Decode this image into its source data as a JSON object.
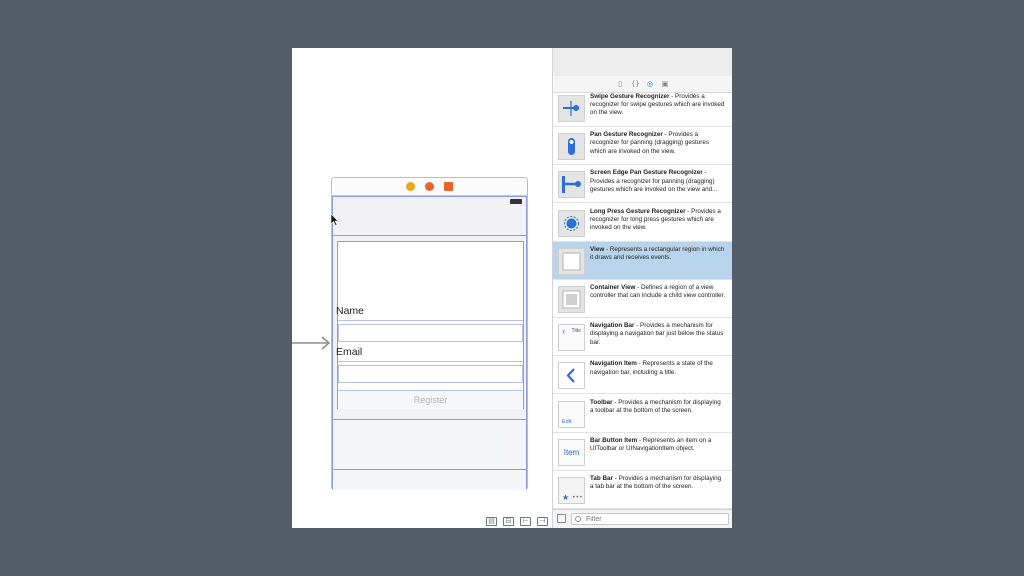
{
  "scene": {
    "name_label": "Name",
    "email_label": "Email",
    "register_button": "Register",
    "dock_colors": [
      "#f2a11a",
      "#e9652b",
      "#e9652b"
    ]
  },
  "library": {
    "items": [
      {
        "title": "Swipe Gesture Recognizer",
        "desc": " - Provides a recognizer for swipe gestures which are invoked on the view.",
        "icon": "swipe-gesture-icon",
        "selected": false
      },
      {
        "title": "Pan Gesture Recognizer",
        "desc": " - Provides a recognizer for panning (dragging) gestures which are invoked on the view.",
        "icon": "pan-gesture-icon",
        "selected": false
      },
      {
        "title": "Screen Edge Pan Gesture Recognizer",
        "desc": " - Provides a recognizer for panning (dragging) gestures which are invoked on the view and...",
        "icon": "screen-edge-pan-icon",
        "selected": false
      },
      {
        "title": "Long Press Gesture Recognizer",
        "desc": " - Provides a recognizer for long press gestures which are invoked on the view.",
        "icon": "long-press-icon",
        "selected": false
      },
      {
        "title": "View",
        "desc": " - Represents a rectangular region in which it draws and receives events.",
        "icon": "view-icon",
        "selected": true
      },
      {
        "title": "Container View",
        "desc": " - Defines a region of a view controller that can include a child view controller.",
        "icon": "container-view-icon",
        "selected": false
      },
      {
        "title": "Navigation Bar",
        "desc": " - Provides a mechanism for displaying a navigation bar just below the status bar.",
        "icon": "navigation-bar-icon",
        "thumb_text": "Title",
        "selected": false
      },
      {
        "title": "Navigation Item",
        "desc": " - Represents a state of the navigation bar, including a title.",
        "icon": "navigation-item-icon",
        "selected": false
      },
      {
        "title": "Toolbar",
        "desc": " - Provides a mechanism for displaying a toolbar at the bottom of the screen.",
        "icon": "toolbar-icon",
        "thumb_text": "Edit",
        "selected": false
      },
      {
        "title": "Bar Button Item",
        "desc": " - Represents an item on a UIToolbar or UINavigationItem object.",
        "icon": "bar-button-item-icon",
        "thumb_text": "Item",
        "selected": false
      },
      {
        "title": "Tab Bar",
        "desc": " - Provides a mechanism for displaying a tab bar at the bottom of the screen.",
        "icon": "tab-bar-icon",
        "selected": false
      }
    ],
    "filter_placeholder": "Filter",
    "accent": "#1f6fe0",
    "selected_bg": "#b8d4ea"
  }
}
